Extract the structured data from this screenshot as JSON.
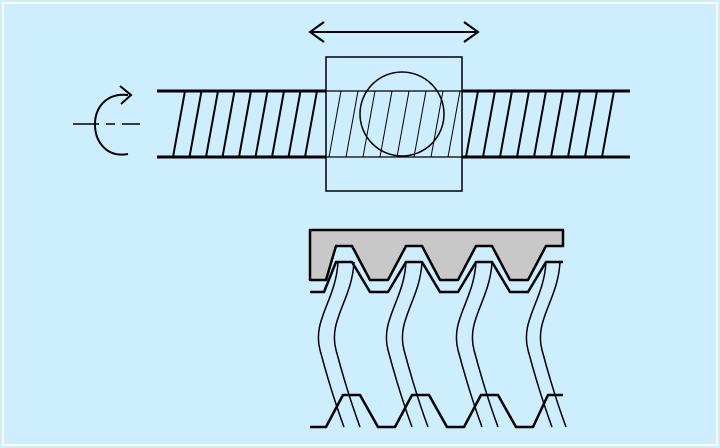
{
  "diagram": {
    "subject": "ball-screw-mechanism",
    "views": [
      "side-view",
      "thread-cross-section"
    ],
    "motion": {
      "rotation_icon": "rotation-arrow-icon",
      "linear_icon": "double-headed-arrow-icon"
    },
    "screw_shaft": {
      "stripe_count_left": 9,
      "stripe_count_right": 9
    },
    "nut_profile_teeth": 4,
    "colors": {
      "background": "#cceeff",
      "frame": "#ffffff",
      "line": "#000000",
      "nut_fill": "#c8c8c8",
      "nut_block": "#cceeff"
    }
  }
}
